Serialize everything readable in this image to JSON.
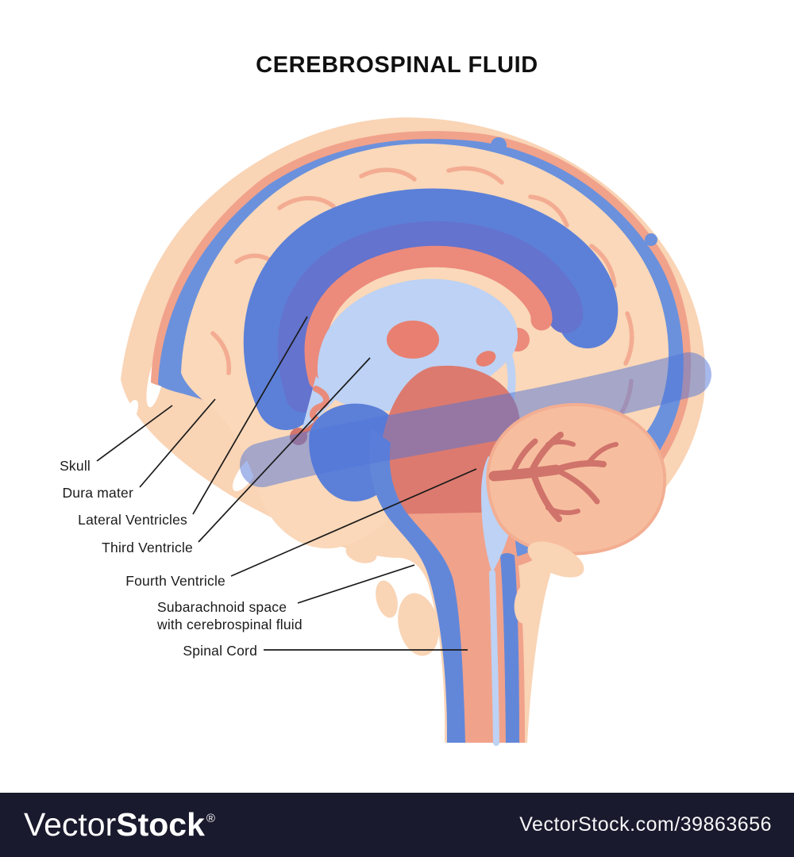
{
  "title": "CEREBROSPINAL FLUID",
  "diagram": {
    "type": "anatomy-diagram",
    "subject": "Sagittal section of the human head showing cerebrospinal fluid circulation",
    "labels": [
      {
        "text": "Skull"
      },
      {
        "text": "Dura mater"
      },
      {
        "text": "Lateral Ventricles"
      },
      {
        "text": "Third Ventricle"
      },
      {
        "text": "Fourth Ventricle"
      },
      {
        "text": "Subarachnoid space",
        "text2": "with cerebrospinal fluid"
      },
      {
        "text": "Spinal Cord"
      }
    ],
    "colors": {
      "skin": "#F9D4B5",
      "dura_mater": "#F1A28B",
      "csf_blue": "#6B91DC",
      "deep_blue": "#5C80D8",
      "ventricle_band": "#6473CD",
      "light_csf": "#BDD2F4",
      "brain": "#FAD8B9",
      "sulci": "#F3AC92",
      "cerebellum": "#F5BD9E",
      "arbor_vitae": "#D0736A",
      "brainstem_red": "#DC7A6F",
      "accent_red": "#E97F70",
      "label_line": "#1a1a1a",
      "watermark_bar": "#1A1A2E"
    }
  },
  "watermark": {
    "brand_light": "Vector",
    "brand_bold": "Stock",
    "registered": "®",
    "url": "VectorStock.com/39863656"
  }
}
